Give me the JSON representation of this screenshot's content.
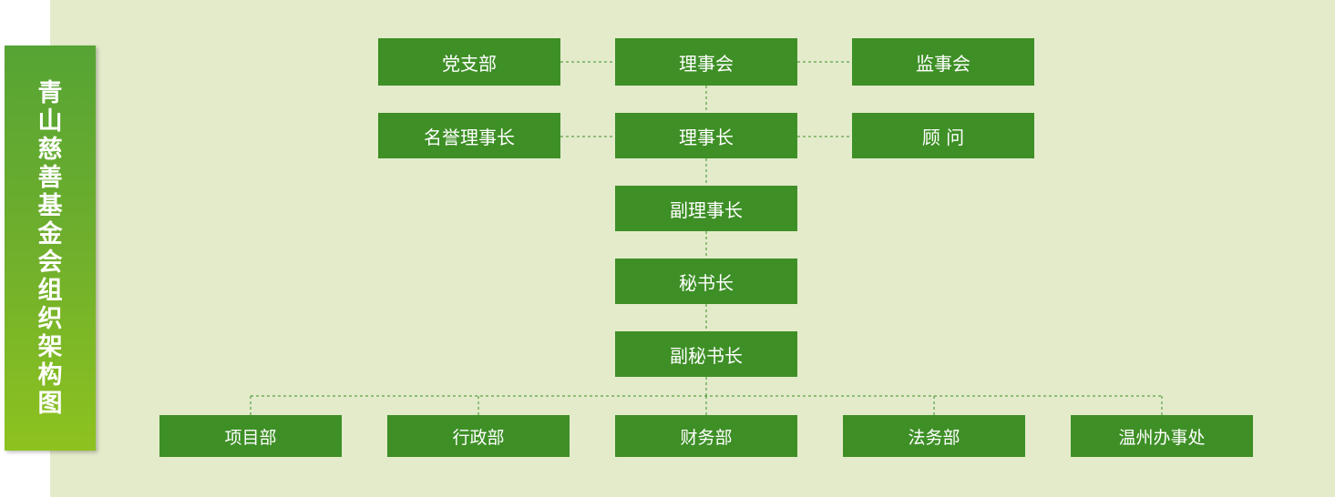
{
  "title": "青山慈善基金会组织架构图",
  "colors": {
    "background_panel": "#e3ebcb",
    "box_fill": "#3e8f26",
    "title_gradient_top": "#56a434",
    "title_gradient_bottom": "#8dc21f",
    "connector": "#3e8f26",
    "text": "#ffffff"
  },
  "nodes": {
    "party_branch": "党支部",
    "board": "理事会",
    "supervisory_board": "监事会",
    "honorary_chair": "名誉理事长",
    "chairman": "理事长",
    "advisor": "顾 问",
    "vice_chairman": "副理事长",
    "secretary_general": "秘书长",
    "deputy_secretary_general": "副秘书长",
    "departments": [
      "项目部",
      "行政部",
      "财务部",
      "法务部",
      "温州办事处"
    ]
  }
}
